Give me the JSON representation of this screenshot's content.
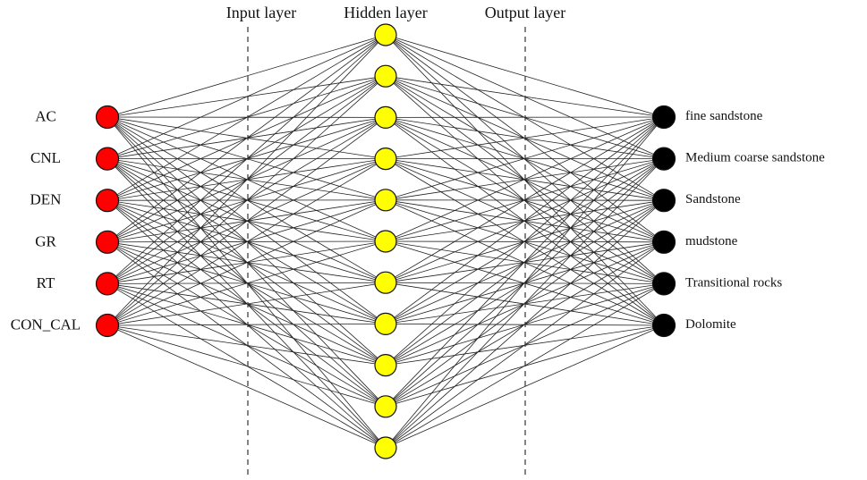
{
  "header": {
    "input_title": "Input layer",
    "hidden_title": "Hidden layer",
    "output_title": "Output layer"
  },
  "inputs": [
    "AC",
    "CNL",
    "DEN",
    "GR",
    "RT",
    "CON_CAL"
  ],
  "hidden_count": 11,
  "outputs": [
    "fine sandstone",
    "Medium coarse sandstone",
    "Sandstone",
    "mudstone",
    "Transitional rocks",
    "Dolomite"
  ],
  "colors": {
    "input": "#ff0000",
    "hidden": "#ffff00",
    "output": "#000000"
  }
}
